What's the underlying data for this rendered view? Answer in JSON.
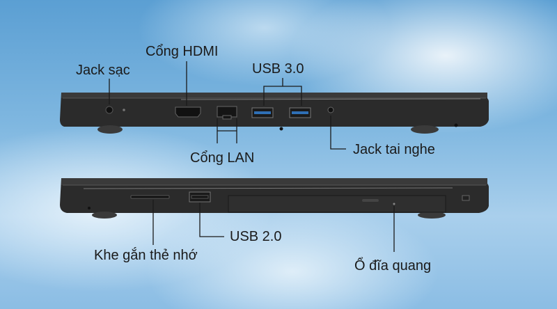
{
  "labels": {
    "jack_sac": "Jack sạc",
    "cong_hdmi": "Cổng HDMI",
    "usb30": "USB 3.0",
    "cong_lan": "Cổng LAN",
    "jack_tai_nghe": "Jack tai nghe",
    "usb20": "USB 2.0",
    "khe_the_nho": "Khe gắn thẻ nhớ",
    "o_dia_quang": "Ổ đĩa quang"
  },
  "colors": {
    "body": "#2a2a2a",
    "leader": "#1a1a1a"
  }
}
